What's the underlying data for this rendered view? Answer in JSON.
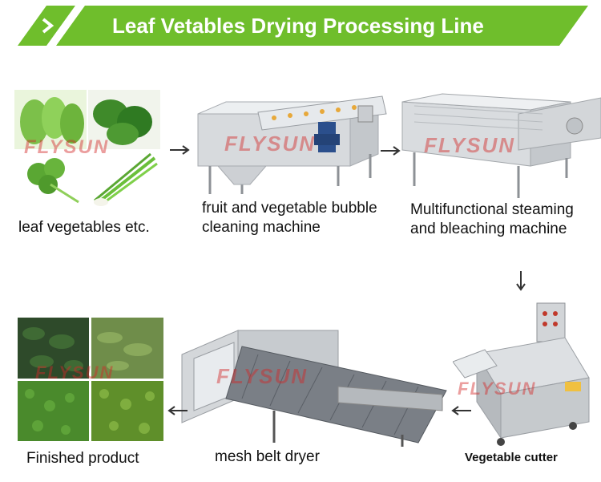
{
  "title": "Leaf Vetables Drying Processing Line",
  "watermark": "FLYSUN",
  "colors": {
    "banner_green": "#6fbe2c",
    "banner_dark": "#4e9a1b",
    "watermark": "#d22828",
    "arrow": "#333333"
  },
  "steps": [
    {
      "label": "leaf vegetables etc."
    },
    {
      "label_line1": "fruit and vegetable bubble",
      "label_line2": "cleaning machine"
    },
    {
      "label_line1": "Multifunctional steaming",
      "label_line2": "and bleaching machine"
    },
    {
      "label": "Vegetable cutter"
    },
    {
      "label": "mesh belt dryer"
    },
    {
      "label": "Finished product"
    }
  ]
}
